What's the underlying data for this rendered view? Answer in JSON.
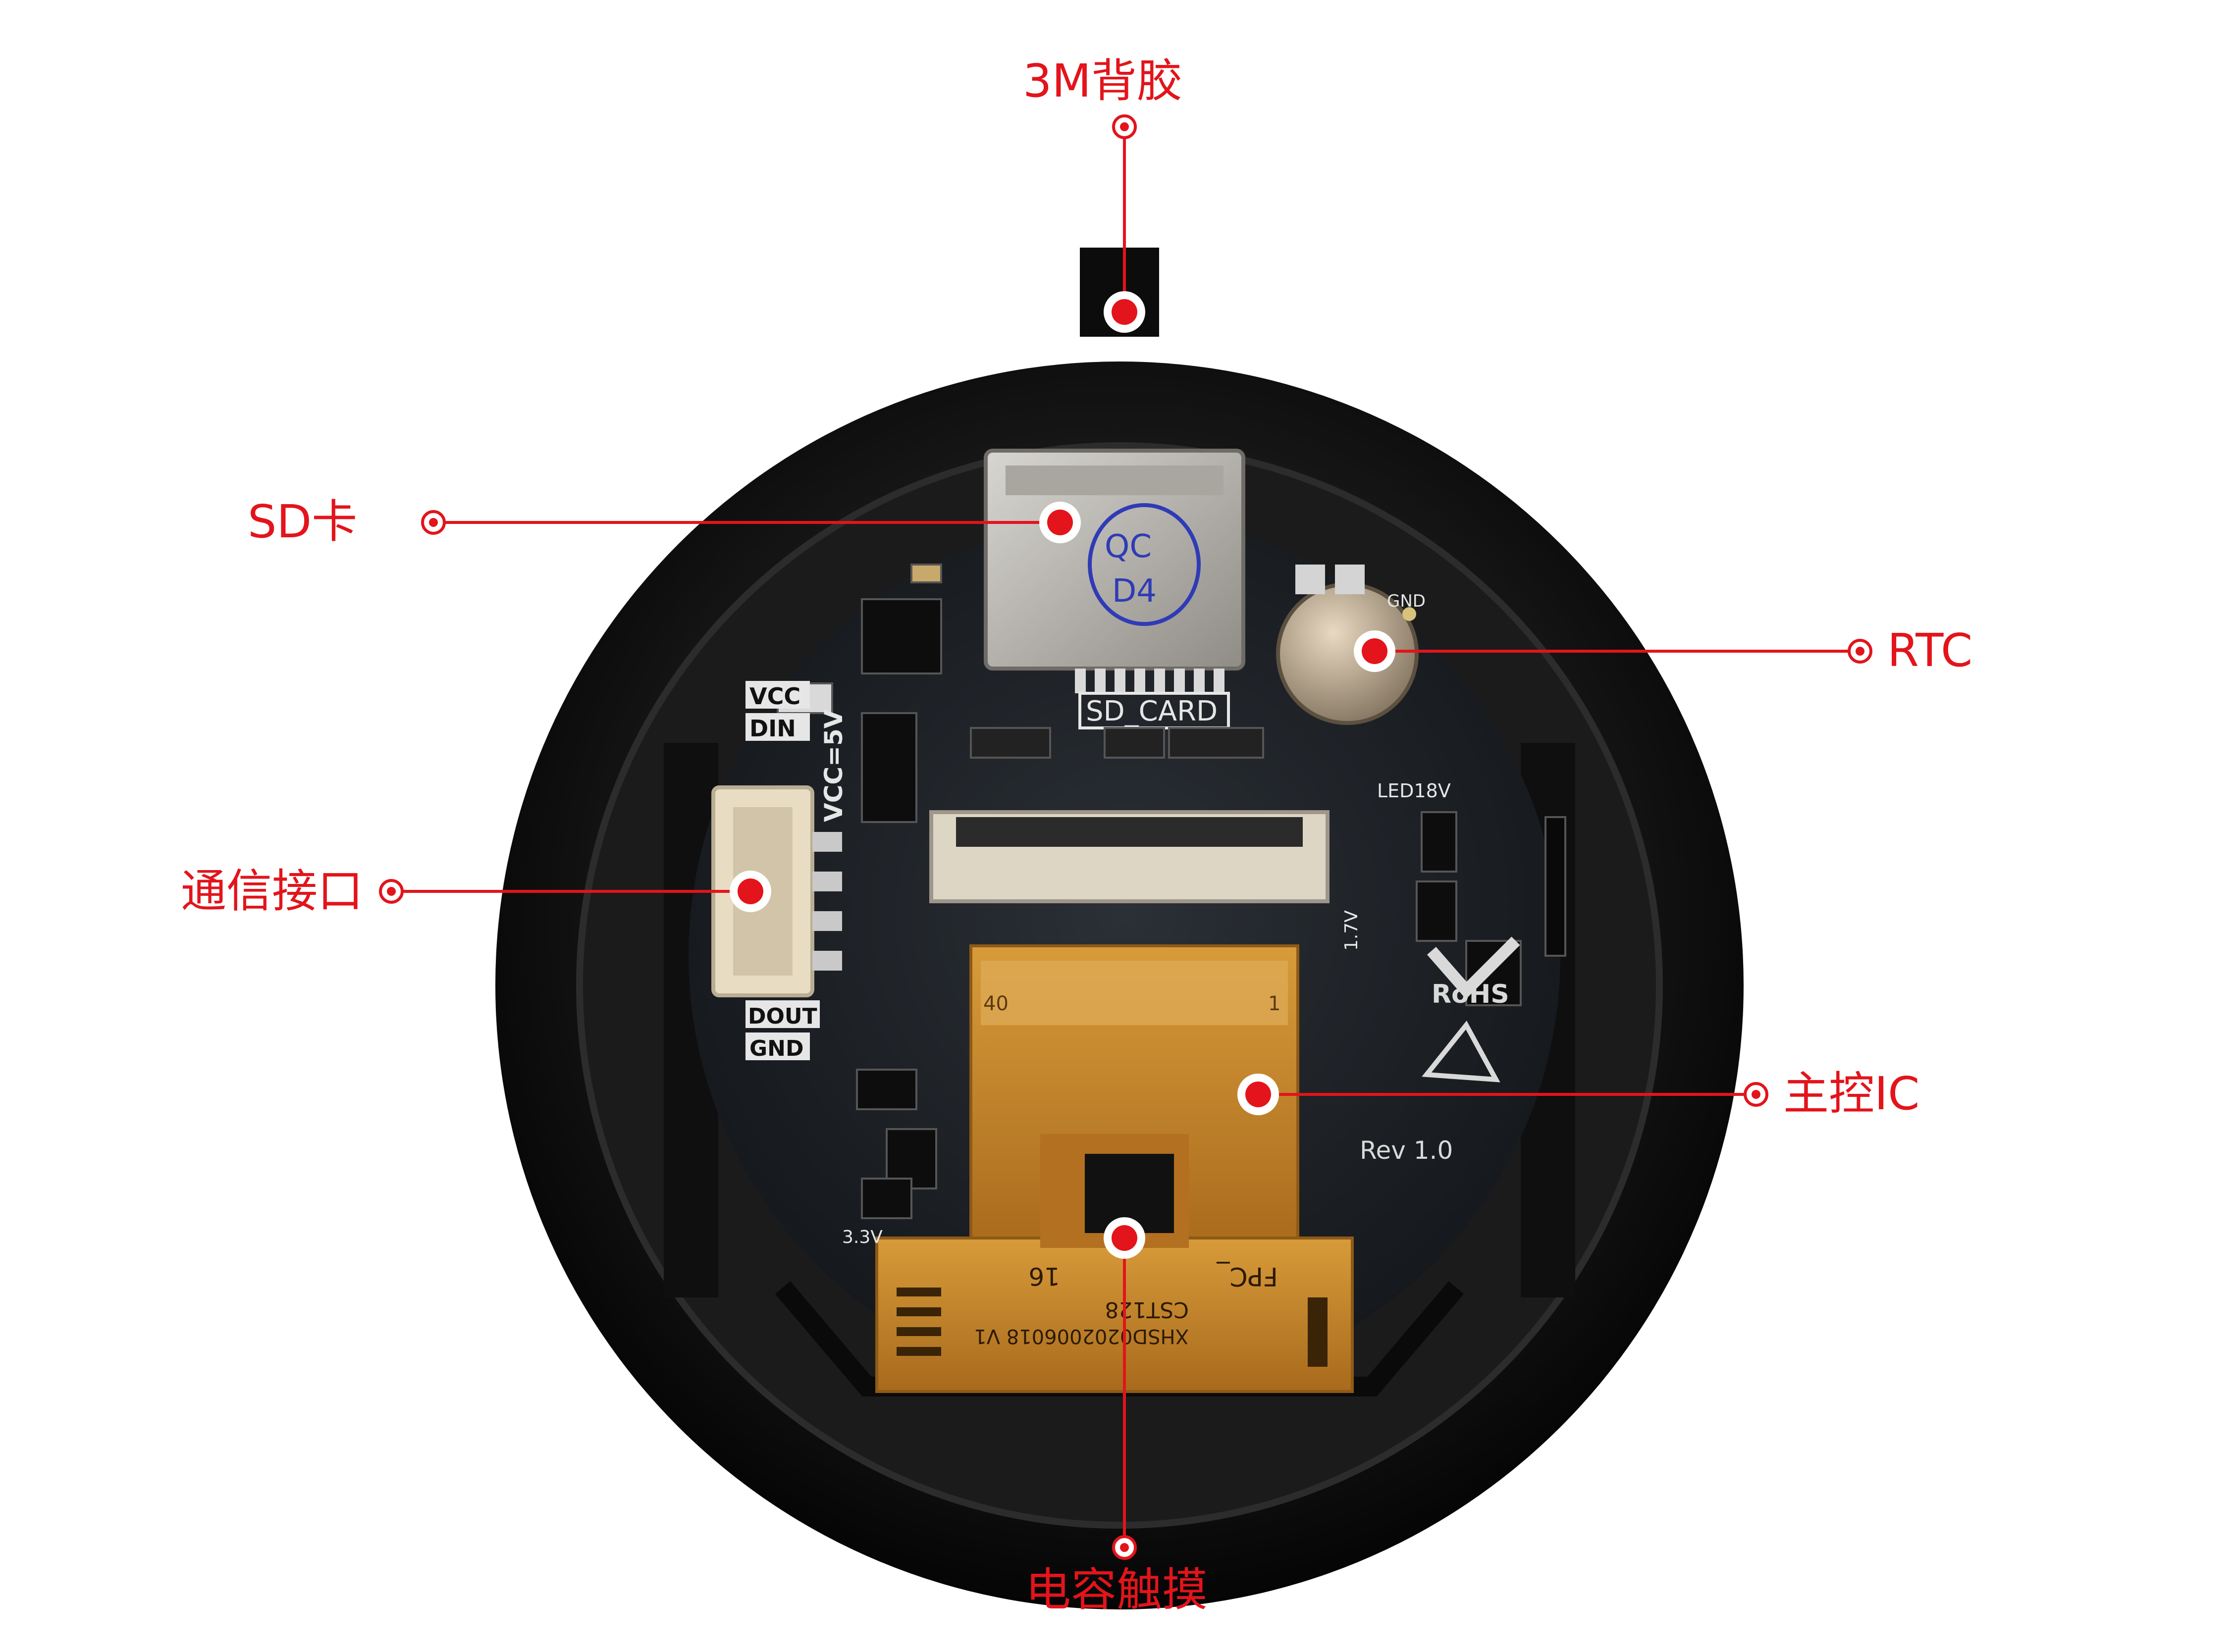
{
  "callouts": {
    "tape": "3M背胶",
    "sd": "SD卡",
    "rtc": "RTC",
    "comm": "通信接口",
    "mcu": "主控IC",
    "touch": "电容触摸"
  },
  "silkscreen": {
    "sd_card": "SD_CARD",
    "vcc": "VCC",
    "din": "DIN",
    "vcc5v": "VCC=5V",
    "dout": "DOUT",
    "gnd": "GND",
    "gnd_rtc": "GND",
    "led18v": "LED18V",
    "v17": "1.7V",
    "v33": "3.3V",
    "rohs": "RoHS",
    "rev": "Rev 1.0",
    "fpc": "FPC_",
    "fpc_num": "16",
    "cst": "CST128",
    "part": "XHSD0202006018 V1",
    "pin40": "40",
    "pin1": "1",
    "sd_qc": "QC",
    "sd_d4": "D4"
  },
  "colors": {
    "accent": "#e3141b",
    "pcb": "#1d2126",
    "bezel": "#111111",
    "flex": "#c98a2c",
    "metal": "#b9b6b0"
  }
}
